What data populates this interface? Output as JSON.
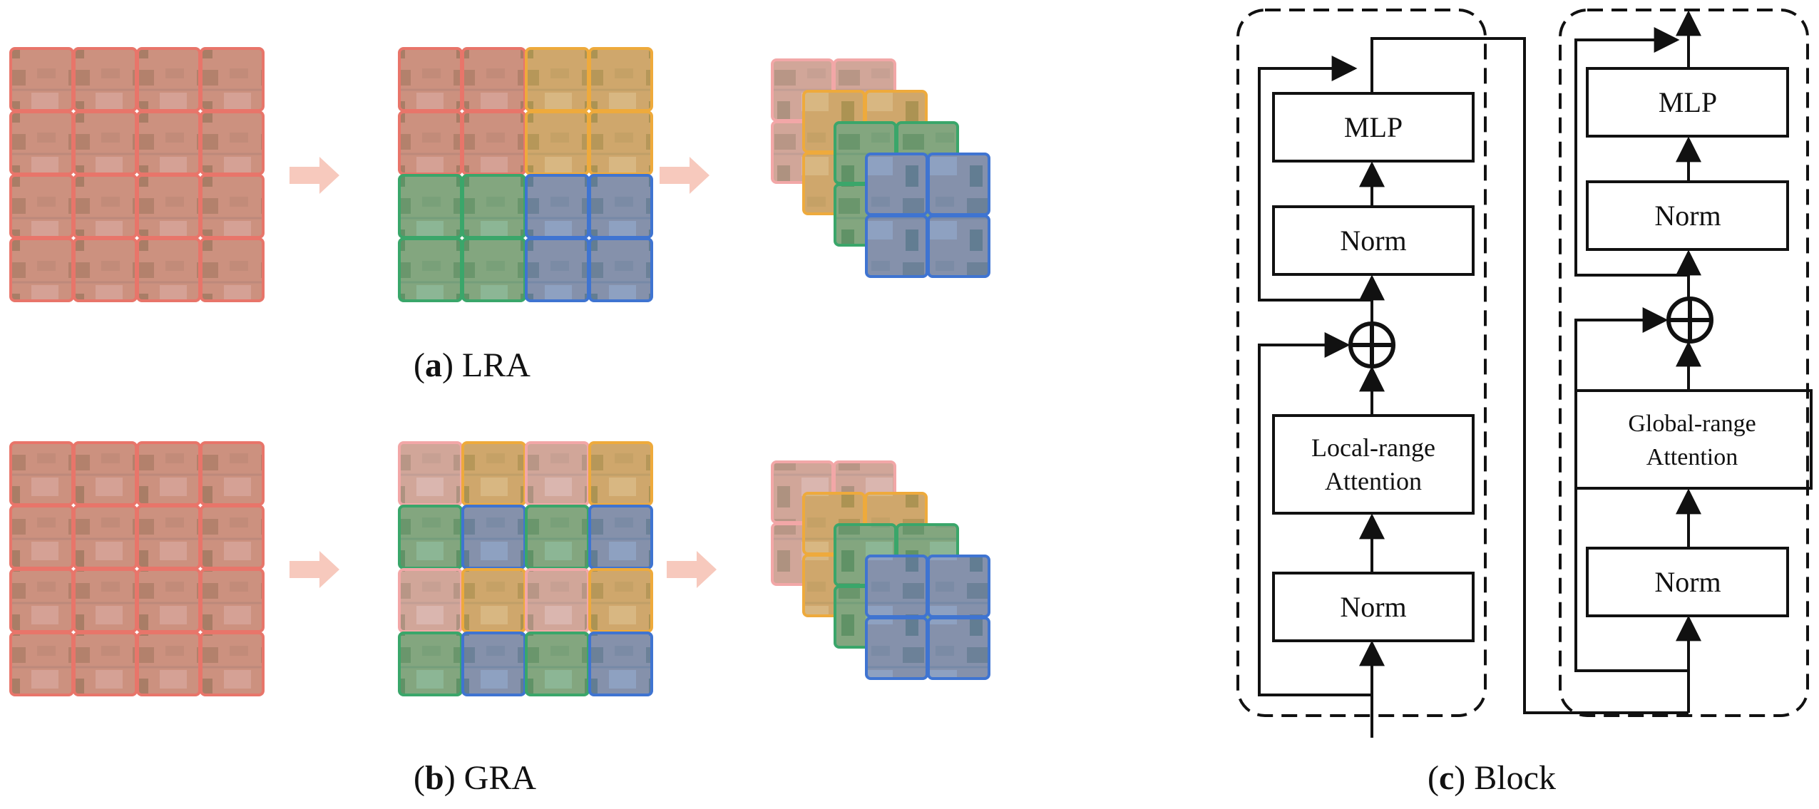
{
  "captions": {
    "a_letter": "a",
    "a_text": "LRA",
    "b_letter": "b",
    "b_text": "GRA",
    "c_letter": "c",
    "c_text": "Block"
  },
  "colors": {
    "red": "#e8756a",
    "pink": "#f2a7a7",
    "orange": "#eeaa3c",
    "green": "#3aa66a",
    "blue": "#3f74d1",
    "arrow": "#f7c9bd",
    "ink": "#111111"
  },
  "lra": {
    "groups": [
      [
        "red",
        "red",
        "orange",
        "orange"
      ],
      [
        "red",
        "red",
        "orange",
        "orange"
      ],
      [
        "green",
        "green",
        "blue",
        "blue"
      ],
      [
        "green",
        "green",
        "blue",
        "blue"
      ]
    ],
    "stack_order": [
      "pink",
      "orange",
      "green",
      "blue"
    ]
  },
  "gra": {
    "groups": [
      [
        "pink",
        "orange",
        "pink",
        "orange"
      ],
      [
        "green",
        "blue",
        "green",
        "blue"
      ],
      [
        "pink",
        "orange",
        "pink",
        "orange"
      ],
      [
        "green",
        "blue",
        "green",
        "blue"
      ]
    ],
    "stack_order": [
      "pink",
      "orange",
      "green",
      "blue"
    ]
  },
  "block": {
    "left": {
      "mlp": "MLP",
      "norm_top": "Norm",
      "attn_line1": "Local-range",
      "attn_line2": "Attention",
      "norm_bottom": "Norm"
    },
    "right": {
      "mlp": "MLP",
      "norm_top": "Norm",
      "attn_line1": "Global-range",
      "attn_line2": "Attention",
      "norm_bottom": "Norm"
    }
  }
}
